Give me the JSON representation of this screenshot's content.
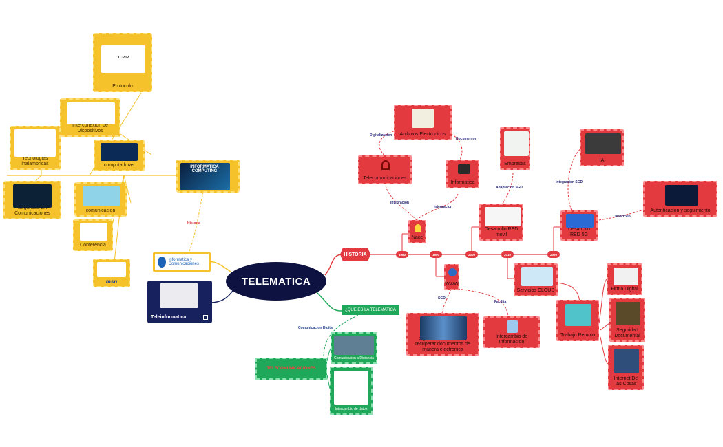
{
  "central": {
    "title": "TELEMATICA"
  },
  "historia": {
    "tag": "HISTORIA",
    "years": [
      "1980",
      "1990",
      "2000",
      "2010",
      "2020"
    ],
    "nodes": {
      "nace": "Nace",
      "archivos": "Archivos Electronicos",
      "telecom": "Telecomunicaciones",
      "informatica": "Informatica",
      "empresas": "Empresas",
      "red4g": "Desarrollo RED movil",
      "www": "WWW",
      "organizar": "organizar, almacenar y recuperar documentos de manera electronica",
      "intercambio": "Intercambio de Informacion",
      "cloud": "Servicios CLOUD",
      "trabajo": "Trabajo Remoto",
      "firma": "Firma Digital",
      "seguridad": "Seguridad Documental",
      "iot": "Internet De las Cosas",
      "red5g": "Desarrollo RED 5G",
      "ia": "IA",
      "autenticacion": "Autenticacion y seguimiento"
    },
    "edge_labels": {
      "digitalizacion": "Digitalizacion",
      "documentos": "Documentos",
      "integracion1": "Integracion",
      "integracion2": "Integracion",
      "adaptacion": "Adaptacion 5GD",
      "sgd": "SGD",
      "facilita": "Facilita",
      "integracion_sgd": "Integracion SGD",
      "desarrollo": "Desarrollo"
    }
  },
  "que_es": {
    "tag": "¿QUE ES LA TELEMATICA",
    "edge_label": "Comunicacion Digital",
    "tele": "TELECOMUNICACIONES",
    "comunicacion": "Comunicacion a Distancia",
    "intercambio": "Intercambio de datos"
  },
  "left": {
    "informatica_card": "Informatica y Comunicaciones",
    "teleinformatica": "Teleinformatica",
    "computing": "INFORMATICA COMPUTING",
    "historia_label": "Historia",
    "protocolo": "Protocolo",
    "tcpip": "TCP/IP",
    "interconexion": "Interconexion de Dispositivos",
    "tecnologias": "Tecnologias inalambricas",
    "redes": "Redes de computadoras",
    "seguridad": "Seguridad En Comunicaciones",
    "desarrollo_comun": "Desarrollo de comunicacion",
    "video": "Video Conferencia",
    "msn": "msn"
  },
  "colors": {
    "center": "#0e1240",
    "red": "#e23a3f",
    "yellow": "#f6c22b",
    "green": "#1fa85a",
    "navy": "#17215e"
  }
}
